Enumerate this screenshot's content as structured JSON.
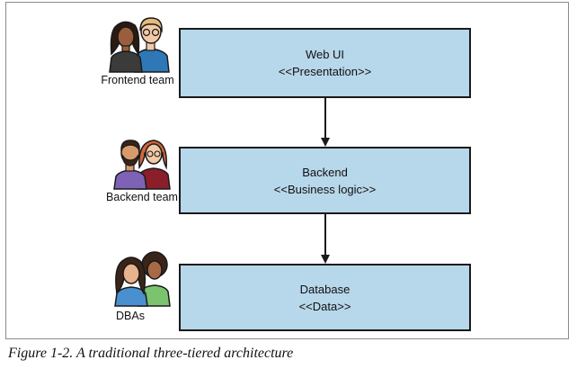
{
  "layers": [
    {
      "title": "Web UI",
      "stereotype": "<<Presentation>>",
      "team": "Frontend team"
    },
    {
      "title": "Backend",
      "stereotype": "<<Business logic>>",
      "team": "Backend team"
    },
    {
      "title": "Database",
      "stereotype": "<<Data>>",
      "team": "DBAs"
    }
  ],
  "caption": "Figure 1-2. A traditional three-tiered architecture",
  "colors": {
    "box_fill": "#b7d7ea",
    "box_border": "#1a1a1a",
    "arrow": "#1a1a1a"
  },
  "icons": [
    "frontend-team-people-icon",
    "backend-team-people-icon",
    "dba-team-people-icon"
  ]
}
